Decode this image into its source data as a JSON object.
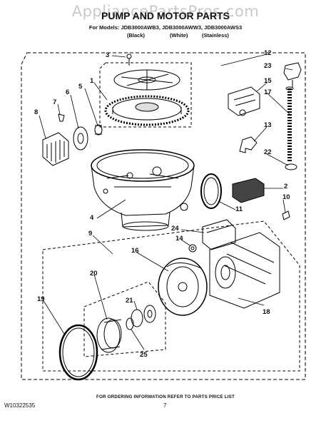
{
  "watermark": "AppliancePartsPros.com",
  "header": {
    "title": "PUMP AND MOTOR PARTS",
    "models_line": "For Models: JDB3000AWB3, JDB3000AWW3, JDB3000AWS3",
    "variants": [
      "(Black)",
      "(White)",
      "(Stainless)"
    ]
  },
  "callouts": [
    "1",
    "2",
    "3",
    "4",
    "5",
    "6",
    "7",
    "8",
    "9",
    "10",
    "11",
    "12",
    "13",
    "14",
    "15",
    "16",
    "17",
    "18",
    "19",
    "20",
    "21",
    "22",
    "23",
    "24",
    "25"
  ],
  "footer": {
    "ordering_note": "FOR ORDERING INFORMATION REFER TO PARTS PRICE LIST",
    "doc_number": "W10322535",
    "page_number": "7"
  }
}
